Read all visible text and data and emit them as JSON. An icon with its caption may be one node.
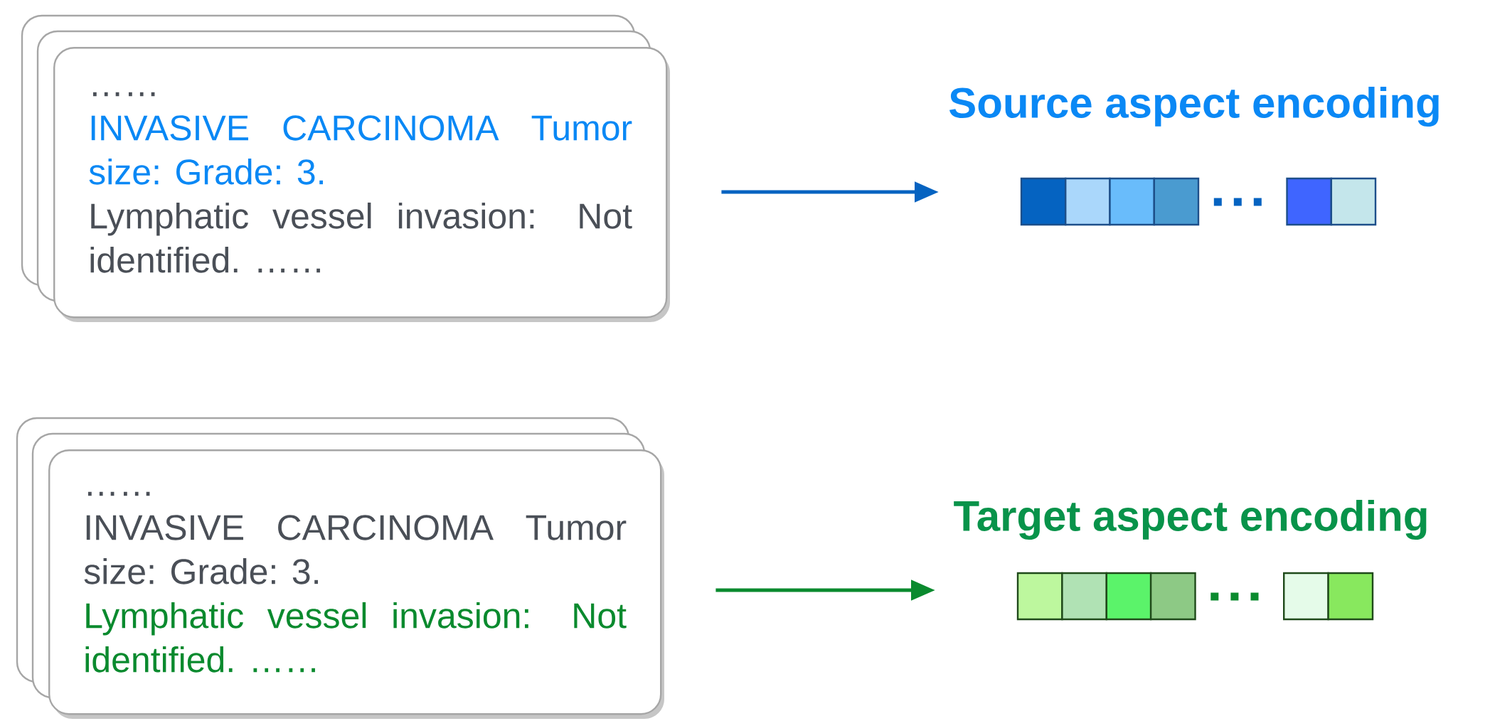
{
  "diagram": {
    "nodes": [
      {
        "text": [
          "……",
          "INVASIVE CARCINOMA Tumor size: Grade: 3.",
          "Lymphatic vessel invasion: Not identified. ……"
        ]
      },
      {
        "text": [],
        "shape": "bar",
        "beside": [
          "Source aspect encoding"
        ]
      },
      {
        "text": [
          "……",
          "INVASIVE CARCINOMA Tumor size: Grade: 3.",
          "Lymphatic vessel invasion: Not identified. ……"
        ]
      },
      {
        "text": [],
        "shape": "bar",
        "beside": [
          "Target aspect encoding"
        ]
      }
    ],
    "edges": [
      {
        "from": 0,
        "to": 1,
        "arrow": "to",
        "color": "#0563c1"
      },
      {
        "from": 2,
        "to": 3,
        "arrow": "to",
        "color": "#0a8a2e"
      }
    ]
  }
}
